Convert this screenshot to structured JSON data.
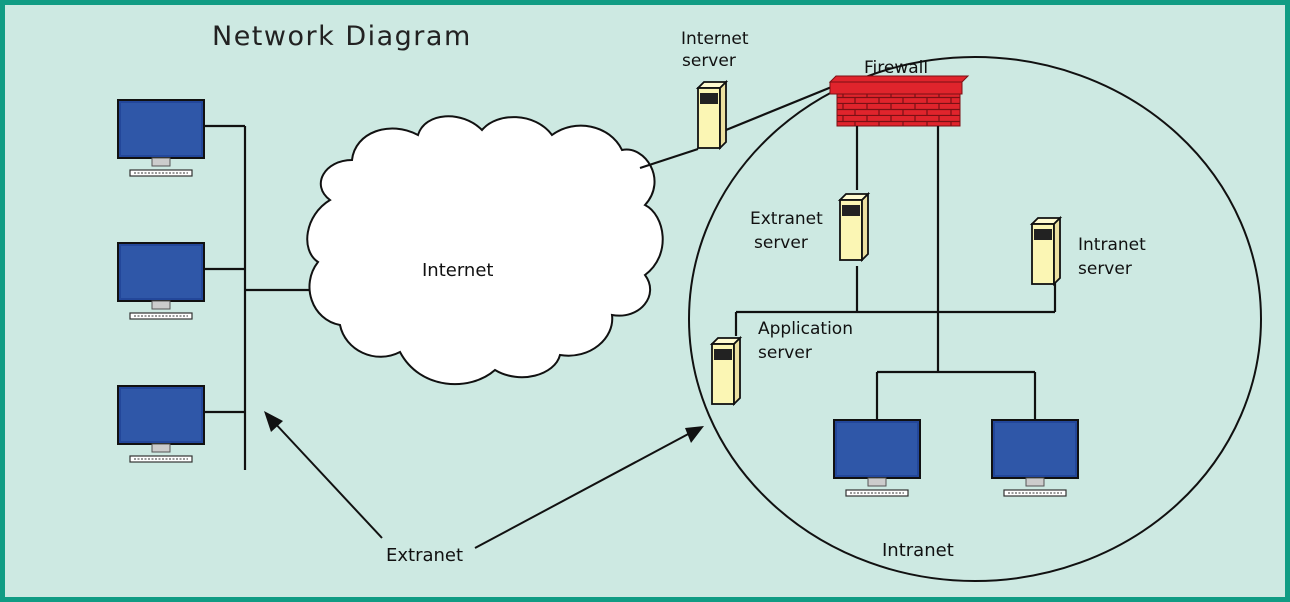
{
  "title": "Network Diagram",
  "labels": {
    "internet": "Internet",
    "firewall": "Firewall",
    "internet_server": [
      "Internet",
      "server"
    ],
    "extranet_server": [
      "Extranet",
      "server"
    ],
    "intranet_server": [
      "Intranet",
      "server"
    ],
    "application_server": [
      "Application",
      "server"
    ],
    "extranet": "Extranet",
    "intranet": "Intranet"
  },
  "colors": {
    "background": "#cde9e2",
    "border": "#109c84",
    "monitor_screen": "#23479a",
    "server_body": "#fbf6b4",
    "firewall": "#e0242c"
  }
}
